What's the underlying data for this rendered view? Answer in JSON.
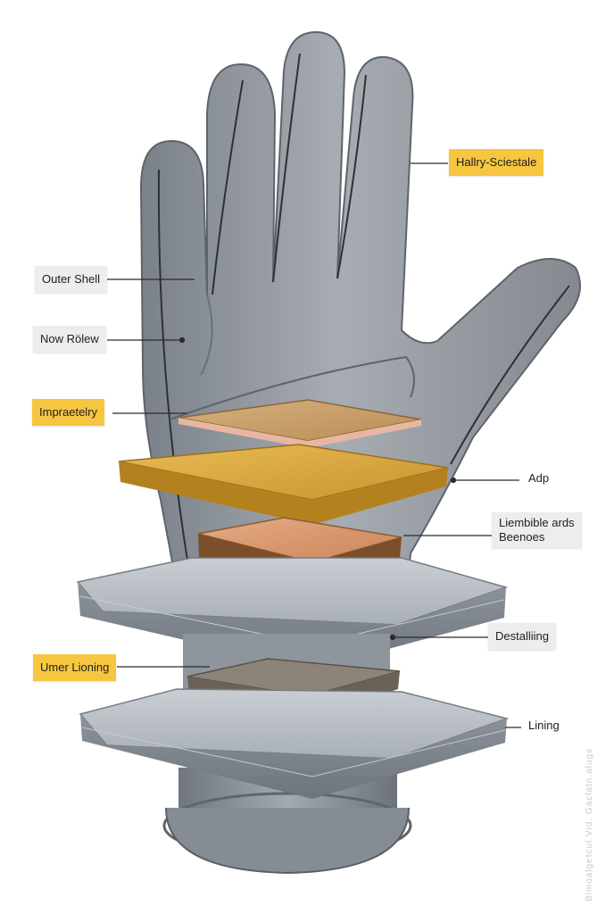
{
  "labels": {
    "outer_shell": "Outer Shell",
    "now_rolew": "Now Rölew",
    "impraetelry": "Impraetelry",
    "inner_lining": "Umer Lioning",
    "hallry": "Hallry-Sciestale",
    "adp": "Adp",
    "liembible_line1": "Liembible ards",
    "liembible_line2": "Beenoes",
    "destalling": "Destalliing",
    "lining": "Lining"
  },
  "watermark": "Bimoalgetcul Vid. Gaclatn.alugs",
  "colors": {
    "glove": "#9aa0a8",
    "glove_dark": "#6f757c",
    "plate": "#b4bac2",
    "cork": "#c39a63",
    "gold": "#d8a63c",
    "copper": "#c98558",
    "label_grey": "#ededed",
    "label_yellow": "#f7c640"
  }
}
